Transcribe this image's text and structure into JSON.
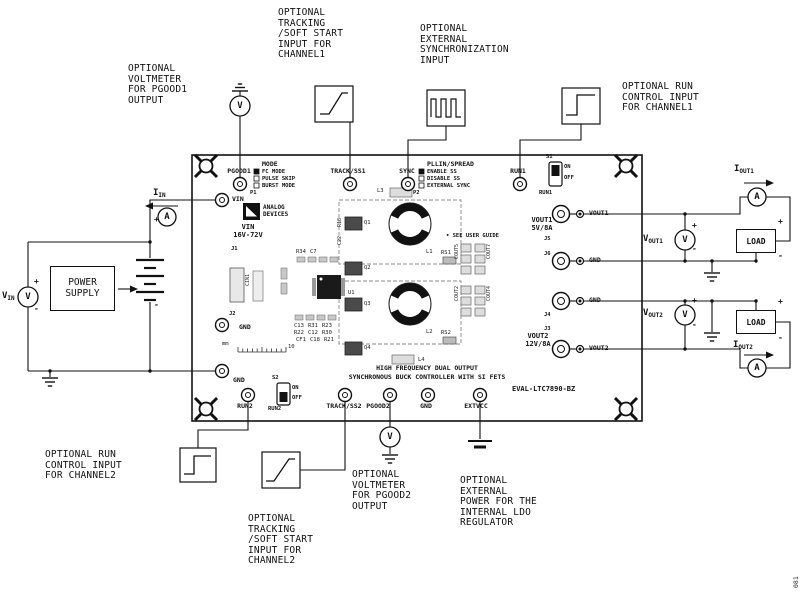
{
  "page": {
    "fig_number": "081"
  },
  "annotations": {
    "pgood1": "OPTIONAL\nVOLTMETER\nFOR PGOOD1\nOUTPUT",
    "track_ss1": "OPTIONAL\nTRACKING\n/SOFT START\nINPUT FOR\nCHANNEL1",
    "ext_sync": "OPTIONAL\nEXTERNAL\nSYNCHRONIZATION\nINPUT",
    "run1": "OPTIONAL RUN\nCONTROL INPUT\nFOR CHANNEL1",
    "run2": "OPTIONAL RUN\nCONTROL INPUT\nFOR CHANNEL2",
    "track_ss2": "OPTIONAL\nTRACKING\n/SOFT START\nINPUT FOR\nCHANNEL2",
    "pgood2": "OPTIONAL\nVOLTMETER\nFOR PGOOD2\nOUTPUT",
    "extvcc": "OPTIONAL\nEXTERNAL\nPOWER FOR THE\nINTERNAL LDO\nREGULATOR",
    "power_supply": "POWER\nSUPPLY"
  },
  "meters": {
    "volt": "V",
    "amp": "A",
    "plus": "+",
    "minus": "-",
    "vin": {
      "main": "V",
      "sub": "IN"
    },
    "iin": {
      "main": "I",
      "sub": "IN"
    },
    "vout1": {
      "main": "V",
      "sub": "OUT1"
    },
    "vout2": {
      "main": "V",
      "sub": "OUT2"
    },
    "iout1": {
      "main": "I",
      "sub": "OUT1"
    },
    "iout2": {
      "main": "I",
      "sub": "OUT2"
    }
  },
  "loads": {
    "label": "LOAD"
  },
  "board": {
    "top": {
      "pgood1": "PGOOD1",
      "mode": "MODE",
      "mode_opts": [
        "FC MODE",
        "PULSE SKIP",
        "BURST MODE"
      ],
      "p1": "P1",
      "track_ss1": "TRACK/SS1",
      "sync": "SYNC",
      "pll": "PLLIN/SPREAD",
      "pll_opts": [
        "ENABLE SS",
        "DISABLE SS",
        "EXTERNAL SYNC"
      ],
      "p2": "P2",
      "run1": "RUN1",
      "s1": "S1",
      "on": "ON",
      "off": "OFF",
      "s1_run1": "RUN1"
    },
    "left": {
      "vin": "VIN",
      "vin_spec": "VIN\n16V-72V",
      "j1": "J1",
      "j2": "J2",
      "j2_gnd": "GND",
      "gnd": "GND"
    },
    "right": {
      "vout1_spec": "VOUT1\n5V/8A",
      "j5": "J5",
      "j6": "J6",
      "vout1": "VOUT1",
      "gnd1": "GND",
      "gnd2": "GND",
      "j4": "J4",
      "j3": "J3",
      "vout2": "VOUT2",
      "vout2_spec": "VOUT2\n12V/8A"
    },
    "bottom": {
      "run2": "RUN2",
      "s2": "S2",
      "on": "ON",
      "off": "OFF",
      "s2_run2": "RUN2",
      "track_ss2": "TRACK/SS2",
      "pgood2": "PGOOD2",
      "gnd": "GND",
      "extvcc": "EXTVCC"
    },
    "center": {
      "logo1": "ANALOG",
      "logo2": "DEVICES",
      "see_guide": "• SEE USER GUIDE",
      "title1": "HIGH FREQUENCY DUAL OUTPUT",
      "title2": "SYNCHRONOUS BUCK CONTROLLER WITH SI FETS",
      "part": "EVAL-LTC7890-BZ",
      "ruler_mm": "mm",
      "ruler_10": "10"
    },
    "components": {
      "q1": "Q1",
      "q2": "Q2",
      "q3": "Q3",
      "q4": "Q4",
      "l1": "L1",
      "l2": "L2",
      "l3": "L3",
      "l4": "L4",
      "rs1": "RS1",
      "rs2": "RS2",
      "cin1": "CIN1",
      "r18": "R18",
      "c22": "C22",
      "u1": "U1",
      "r34": "R34",
      "c7": "C7",
      "c13": "C13",
      "r31": "R31",
      "r22": "R22",
      "c12": "C12",
      "r23": "R23",
      "r30": "R30",
      "cf1": "CF1",
      "c18": "C18",
      "r21": "R21",
      "cout5": "COUT5",
      "cout7": "COUT7",
      "cout2": "COUT2",
      "cout4": "COUT4"
    }
  }
}
